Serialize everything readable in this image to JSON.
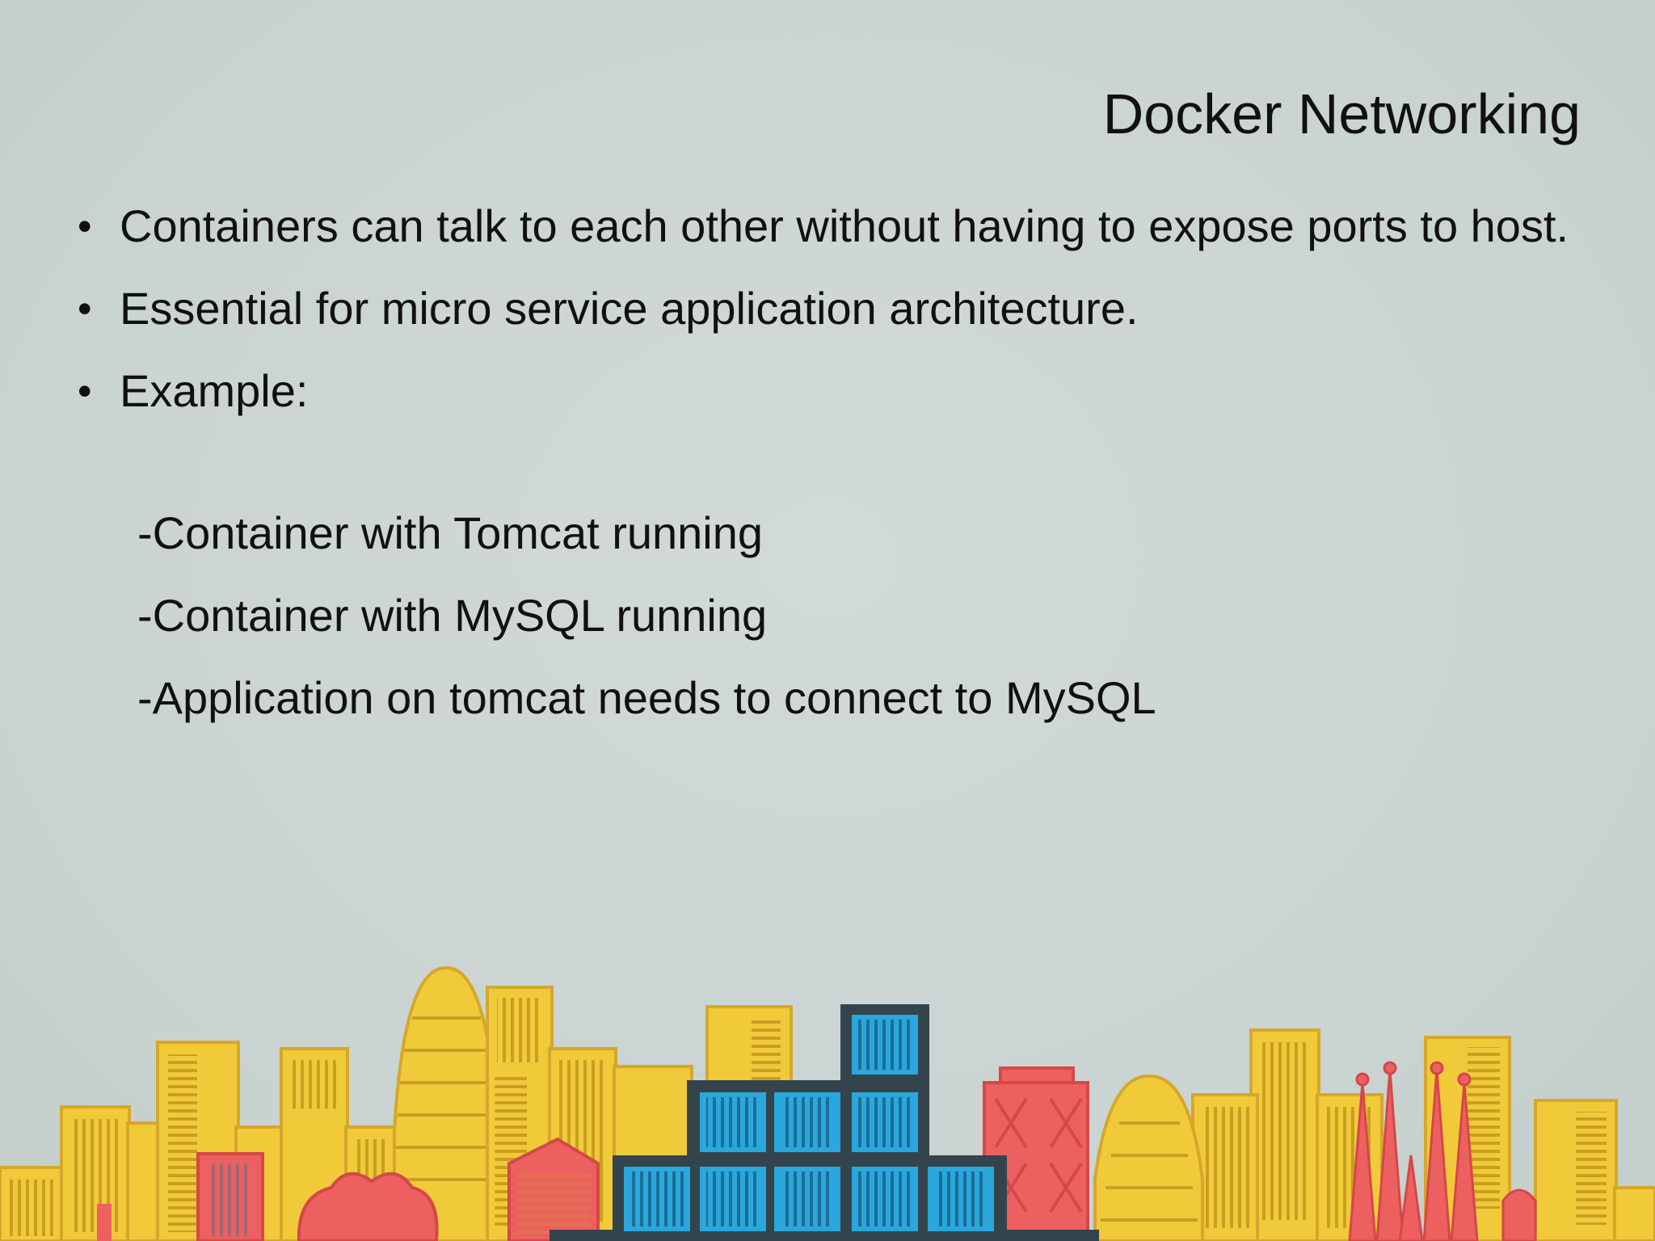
{
  "slide": {
    "title": "Docker Networking",
    "bullets": [
      {
        "marker": "•",
        "text": "Containers can talk to each other without having to expose ports to host."
      },
      {
        "marker": "•",
        "text": "Essential for micro service application architecture."
      },
      {
        "marker": "•",
        "text": "Example:"
      }
    ],
    "sub_items": [
      "-Container with Tomcat running",
      "-Container with MySQL running",
      "-Application on tomcat needs to connect to MySQL"
    ]
  },
  "colors": {
    "background": "#ccd5d3",
    "building_yellow": "#f1ca3a",
    "building_yellow_stroke": "#d5a72a",
    "building_red": "#ec6060",
    "container_blue": "#2aa7dc",
    "container_dark": "#34444c"
  }
}
